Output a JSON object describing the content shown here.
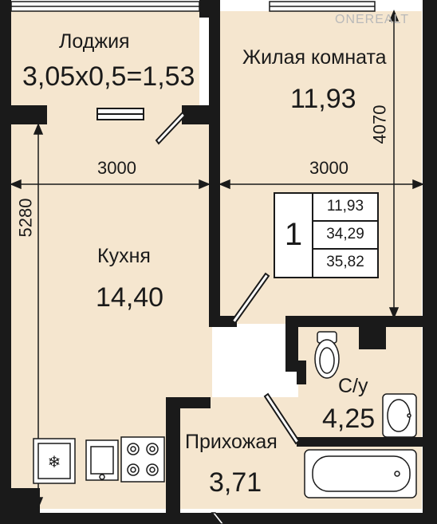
{
  "rooms": {
    "loggia": {
      "name": "Лоджия",
      "area": "3,05x0,5=1,53"
    },
    "living": {
      "name": "Жилая комната",
      "area": "11,93"
    },
    "kitchen": {
      "name": "Кухня",
      "area": "14,40"
    },
    "bathroom": {
      "name": "С/у",
      "area": "4,25"
    },
    "hallway": {
      "name": "Прихожая",
      "area": "3,71"
    }
  },
  "dimensions": {
    "kitchen_width": "3000",
    "living_width": "3000",
    "living_depth": "4070",
    "kitchen_depth": "5280"
  },
  "summary": {
    "rooms_count": "1",
    "living_area": "11,93",
    "total_area": "34,29",
    "total_with_loggia": "35,82"
  },
  "watermark": "ONEREALT",
  "colors": {
    "floor": "#f5e6cf",
    "wall": "#1a1a1a",
    "outside": "#ffffff"
  }
}
